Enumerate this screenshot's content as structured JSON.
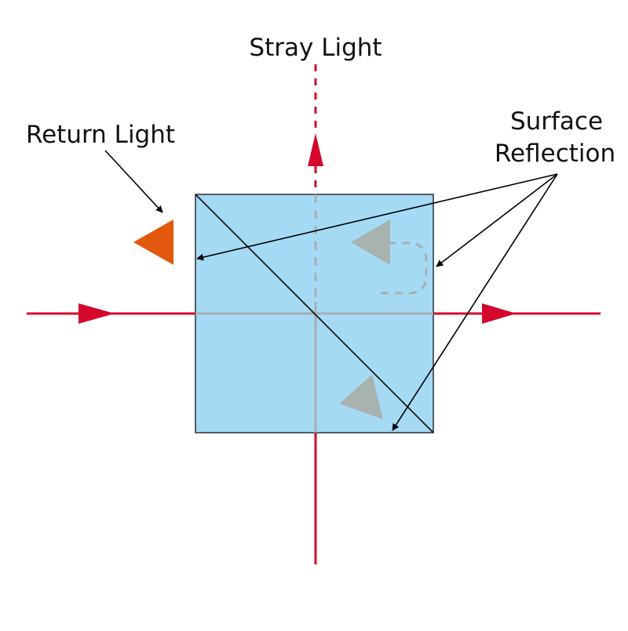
{
  "labels": {
    "stray_light": "Stray Light",
    "return_light": "Return Light",
    "surface_reflection_line1": "Surface",
    "surface_reflection_line2": "Reflection"
  },
  "colors": {
    "background": "#ffffff",
    "cube_fill": "#a5daf5",
    "cube_stroke": "#2a2f36",
    "beam": "#d5072c",
    "internal_beam": "#a9aeb0",
    "ghost_arrow": "#a8b2af",
    "return_arrow": "#e2580d",
    "pointer": "#000000",
    "text": "#111111"
  },
  "icons": {
    "beam_direction_marker": "triangle-arrow-icon",
    "return_light_marker": "triangle-left-icon",
    "ghost_reflection_marker": "triangle-gray-icon"
  }
}
